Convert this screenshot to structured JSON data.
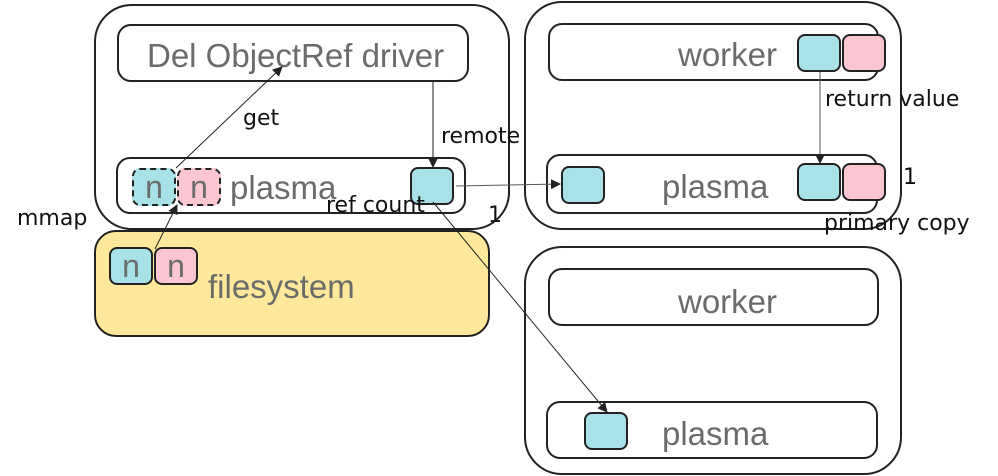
{
  "diagram": {
    "colors": {
      "object_blue": "#a8e1e7",
      "object_pink": "#fbc6d2",
      "filesystem_fill": "#fde89b",
      "box_text": "#6b6b6b",
      "stroke": "#222222"
    },
    "driver_node": {
      "driver_label": "Del ObjectRef driver",
      "plasma_label": "plasma",
      "mapped_objects": [
        "n",
        "n"
      ],
      "ref_count_label": "ref count",
      "ref_count_value": "1"
    },
    "filesystem": {
      "label": "filesystem",
      "objects": [
        "n",
        "n"
      ]
    },
    "worker_node_1": {
      "worker_label": "worker",
      "plasma_label": "plasma",
      "primary_copy_count": "1",
      "primary_copy_label": "primary copy"
    },
    "worker_node_2": {
      "worker_label": "worker",
      "plasma_label": "plasma"
    },
    "edge_labels": {
      "get": "get",
      "mmap": "mmap",
      "remote": "remote",
      "return_value": "return value"
    }
  }
}
